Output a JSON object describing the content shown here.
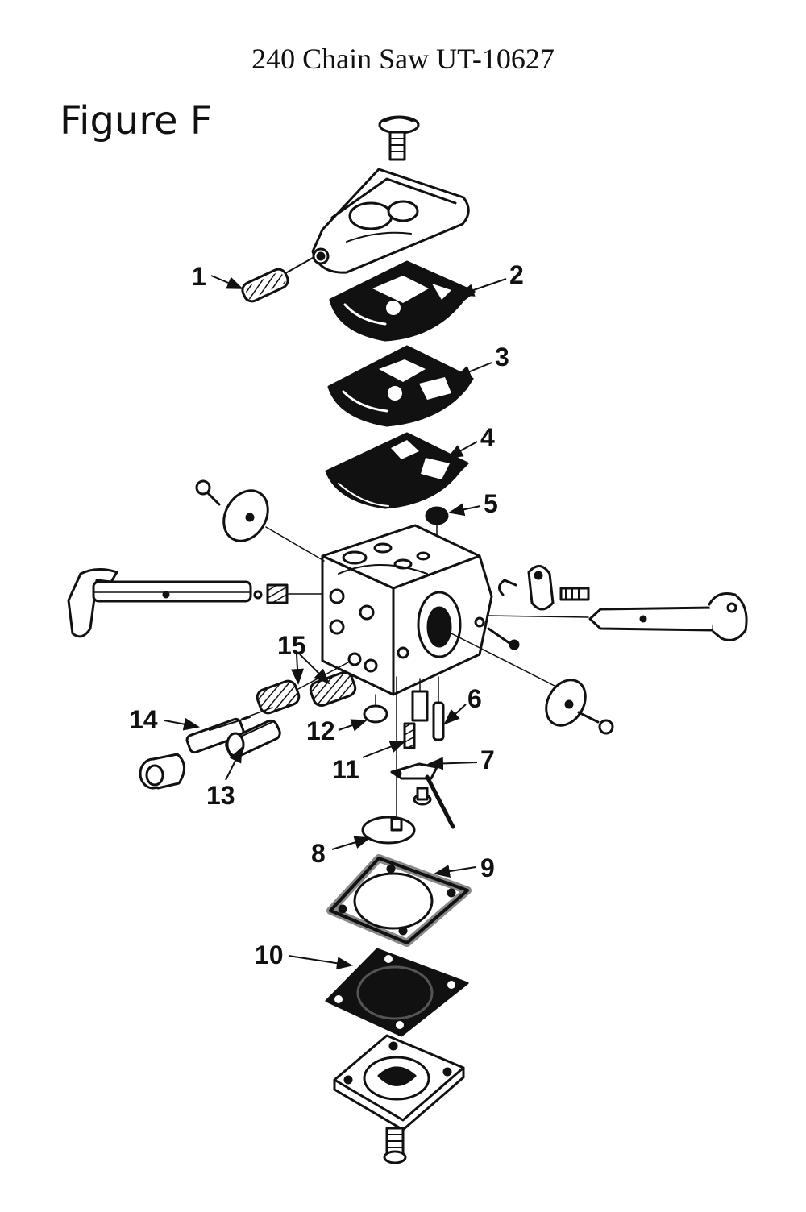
{
  "header": {
    "title": "240 Chain Saw UT-10627",
    "figure_label": "Figure F"
  },
  "callouts": [
    {
      "id": "1",
      "label": "1"
    },
    {
      "id": "2",
      "label": "2"
    },
    {
      "id": "3",
      "label": "3"
    },
    {
      "id": "4",
      "label": "4"
    },
    {
      "id": "5",
      "label": "5"
    },
    {
      "id": "6",
      "label": "6"
    },
    {
      "id": "7",
      "label": "7"
    },
    {
      "id": "8",
      "label": "8"
    },
    {
      "id": "9",
      "label": "9"
    },
    {
      "id": "10",
      "label": "10"
    },
    {
      "id": "11",
      "label": "11"
    },
    {
      "id": "12",
      "label": "12"
    },
    {
      "id": "13",
      "label": "13"
    },
    {
      "id": "14",
      "label": "14"
    },
    {
      "id": "15",
      "label": "15"
    }
  ]
}
